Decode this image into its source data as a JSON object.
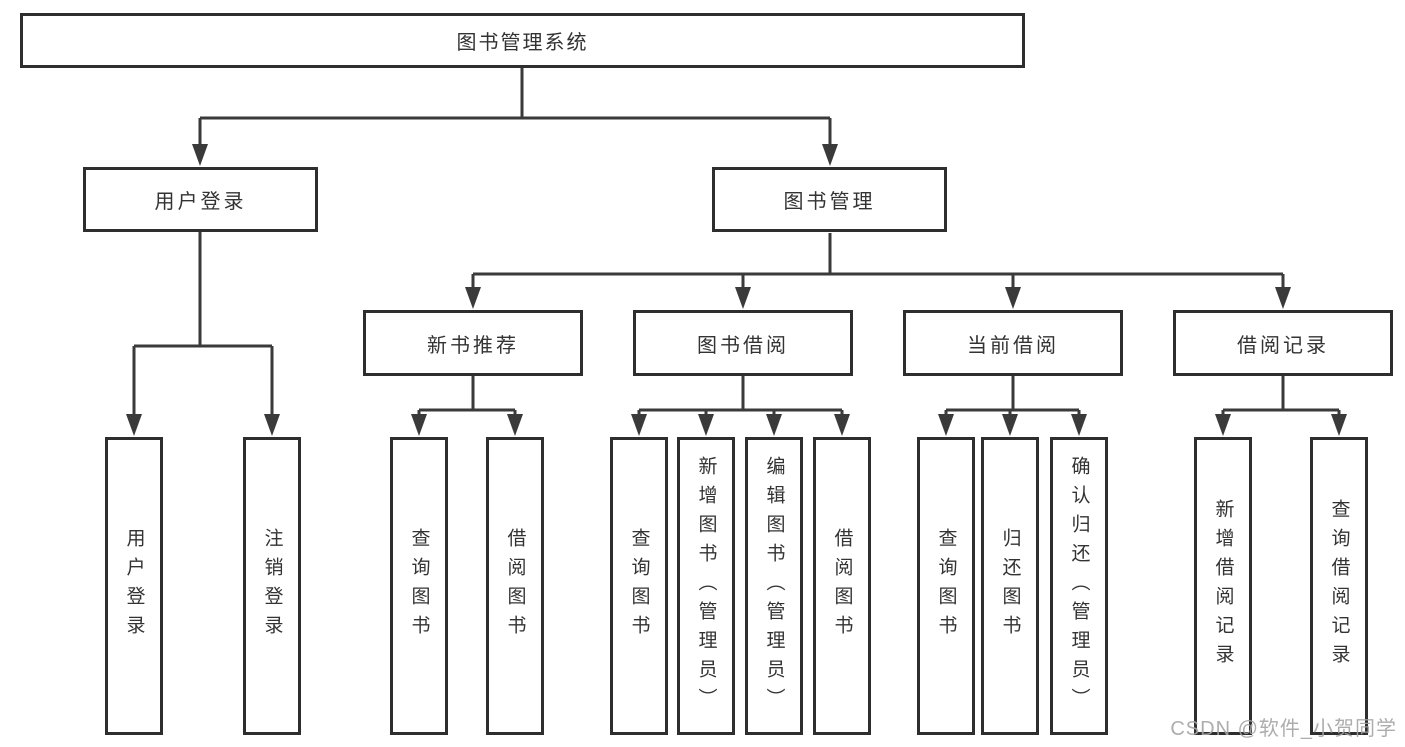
{
  "diagram": {
    "root": {
      "label": "图书管理系统"
    },
    "level2": [
      {
        "label": "用户登录"
      },
      {
        "label": "图书管理"
      }
    ],
    "level3": [
      {
        "label": "新书推荐"
      },
      {
        "label": "图书借阅"
      },
      {
        "label": "当前借阅"
      },
      {
        "label": "借阅记录"
      }
    ],
    "leaves": {
      "user_login": [
        "用户登录",
        "注销登录"
      ],
      "new_book": [
        "查询图书",
        "借阅图书"
      ],
      "book_borrow": [
        "查询图书",
        "新增图书（管理员）",
        "编辑图书（管理员）",
        "借阅图书"
      ],
      "current_borrow": [
        "查询图书",
        "归还图书",
        "确认归还（管理员）"
      ],
      "borrow_record": [
        "新增借阅记录",
        "查询借阅记录"
      ]
    }
  },
  "watermark": "CSDN @软件_小贺同学",
  "colors": {
    "line": "#3a3a3a",
    "box_border": "#2e2e2e",
    "text": "#333333",
    "watermark": "#a4a4a4",
    "background": "#ffffff"
  }
}
